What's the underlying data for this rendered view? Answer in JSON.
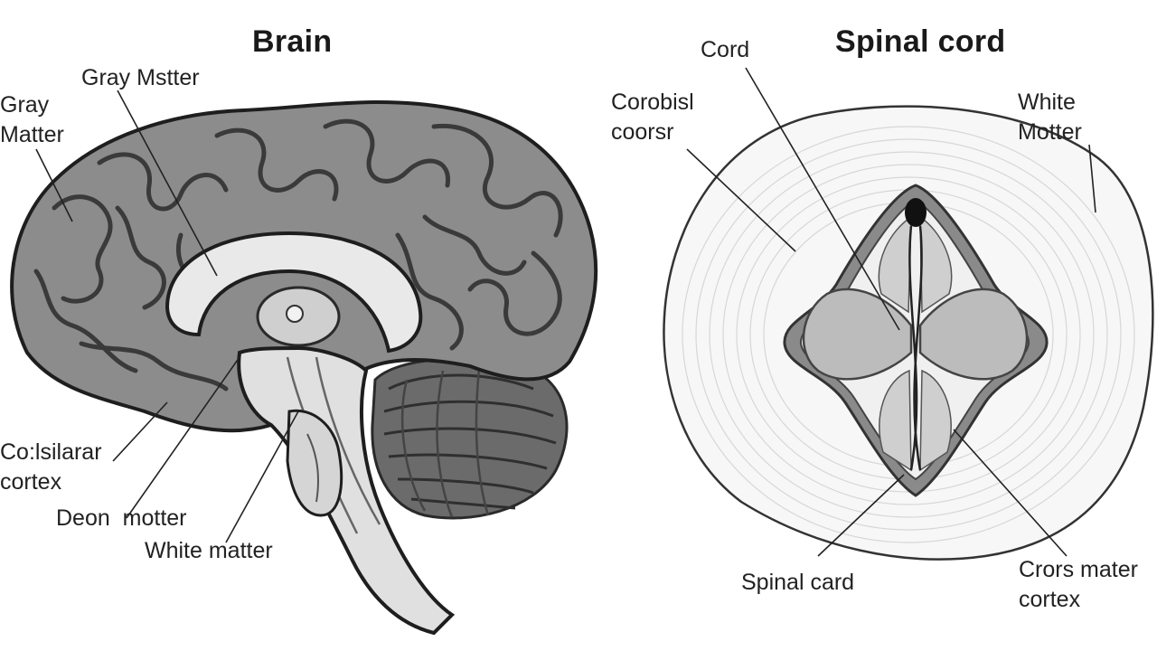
{
  "brain": {
    "title": "Brain",
    "labels": {
      "gray_matter_top": "Gray Mstter",
      "gray_matter_left": "Gray\nMatter",
      "corticular_cortex": "Co:lsilarar\ncortex",
      "deep_matter": "Deon  motter",
      "white_matter": "White matter"
    }
  },
  "spinal_cord": {
    "title": "Spinal cord",
    "labels": {
      "cord": "Cord",
      "cerebral_cortex": "Corobisl\ncoorsr",
      "white_matter": "White\nMotter",
      "spinal_card": "Spinal card",
      "cross_mater_cortex": "Crors mater\ncortex"
    }
  },
  "colors": {
    "cortex": "#8c8c8c",
    "sulci": "#3a3a3a",
    "white_matter_fill": "#e9e9e9",
    "cerebellum": "#6b6b6b",
    "background": "#ffffff"
  }
}
